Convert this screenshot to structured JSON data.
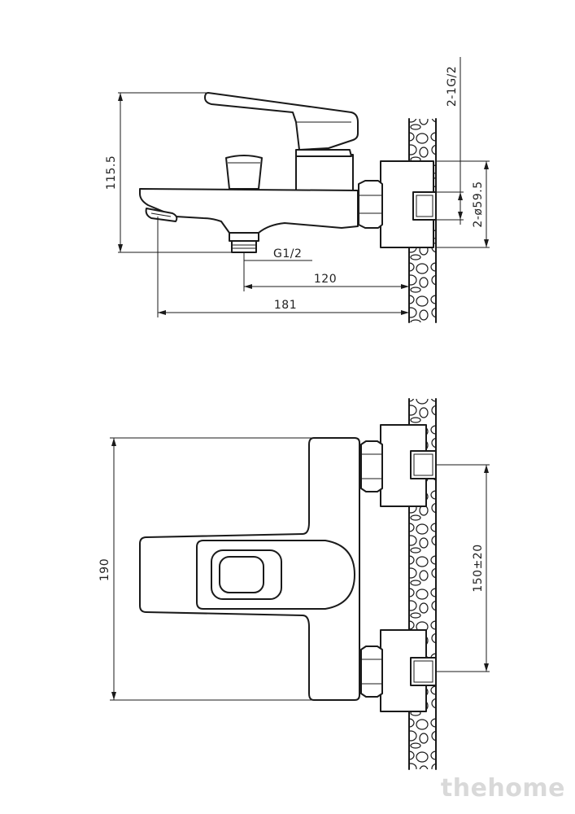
{
  "side_view": {
    "dim_height": "115.5",
    "dim_outlet_thread": "G1/2",
    "dim_outlet_distance": "120",
    "dim_spout_length": "181",
    "dim_inlet_thread": "2-1G/2",
    "dim_flange_diameter": "2-ø59.5"
  },
  "top_view": {
    "dim_length": "190",
    "dim_centers": "150±20"
  },
  "watermark": "thehome"
}
